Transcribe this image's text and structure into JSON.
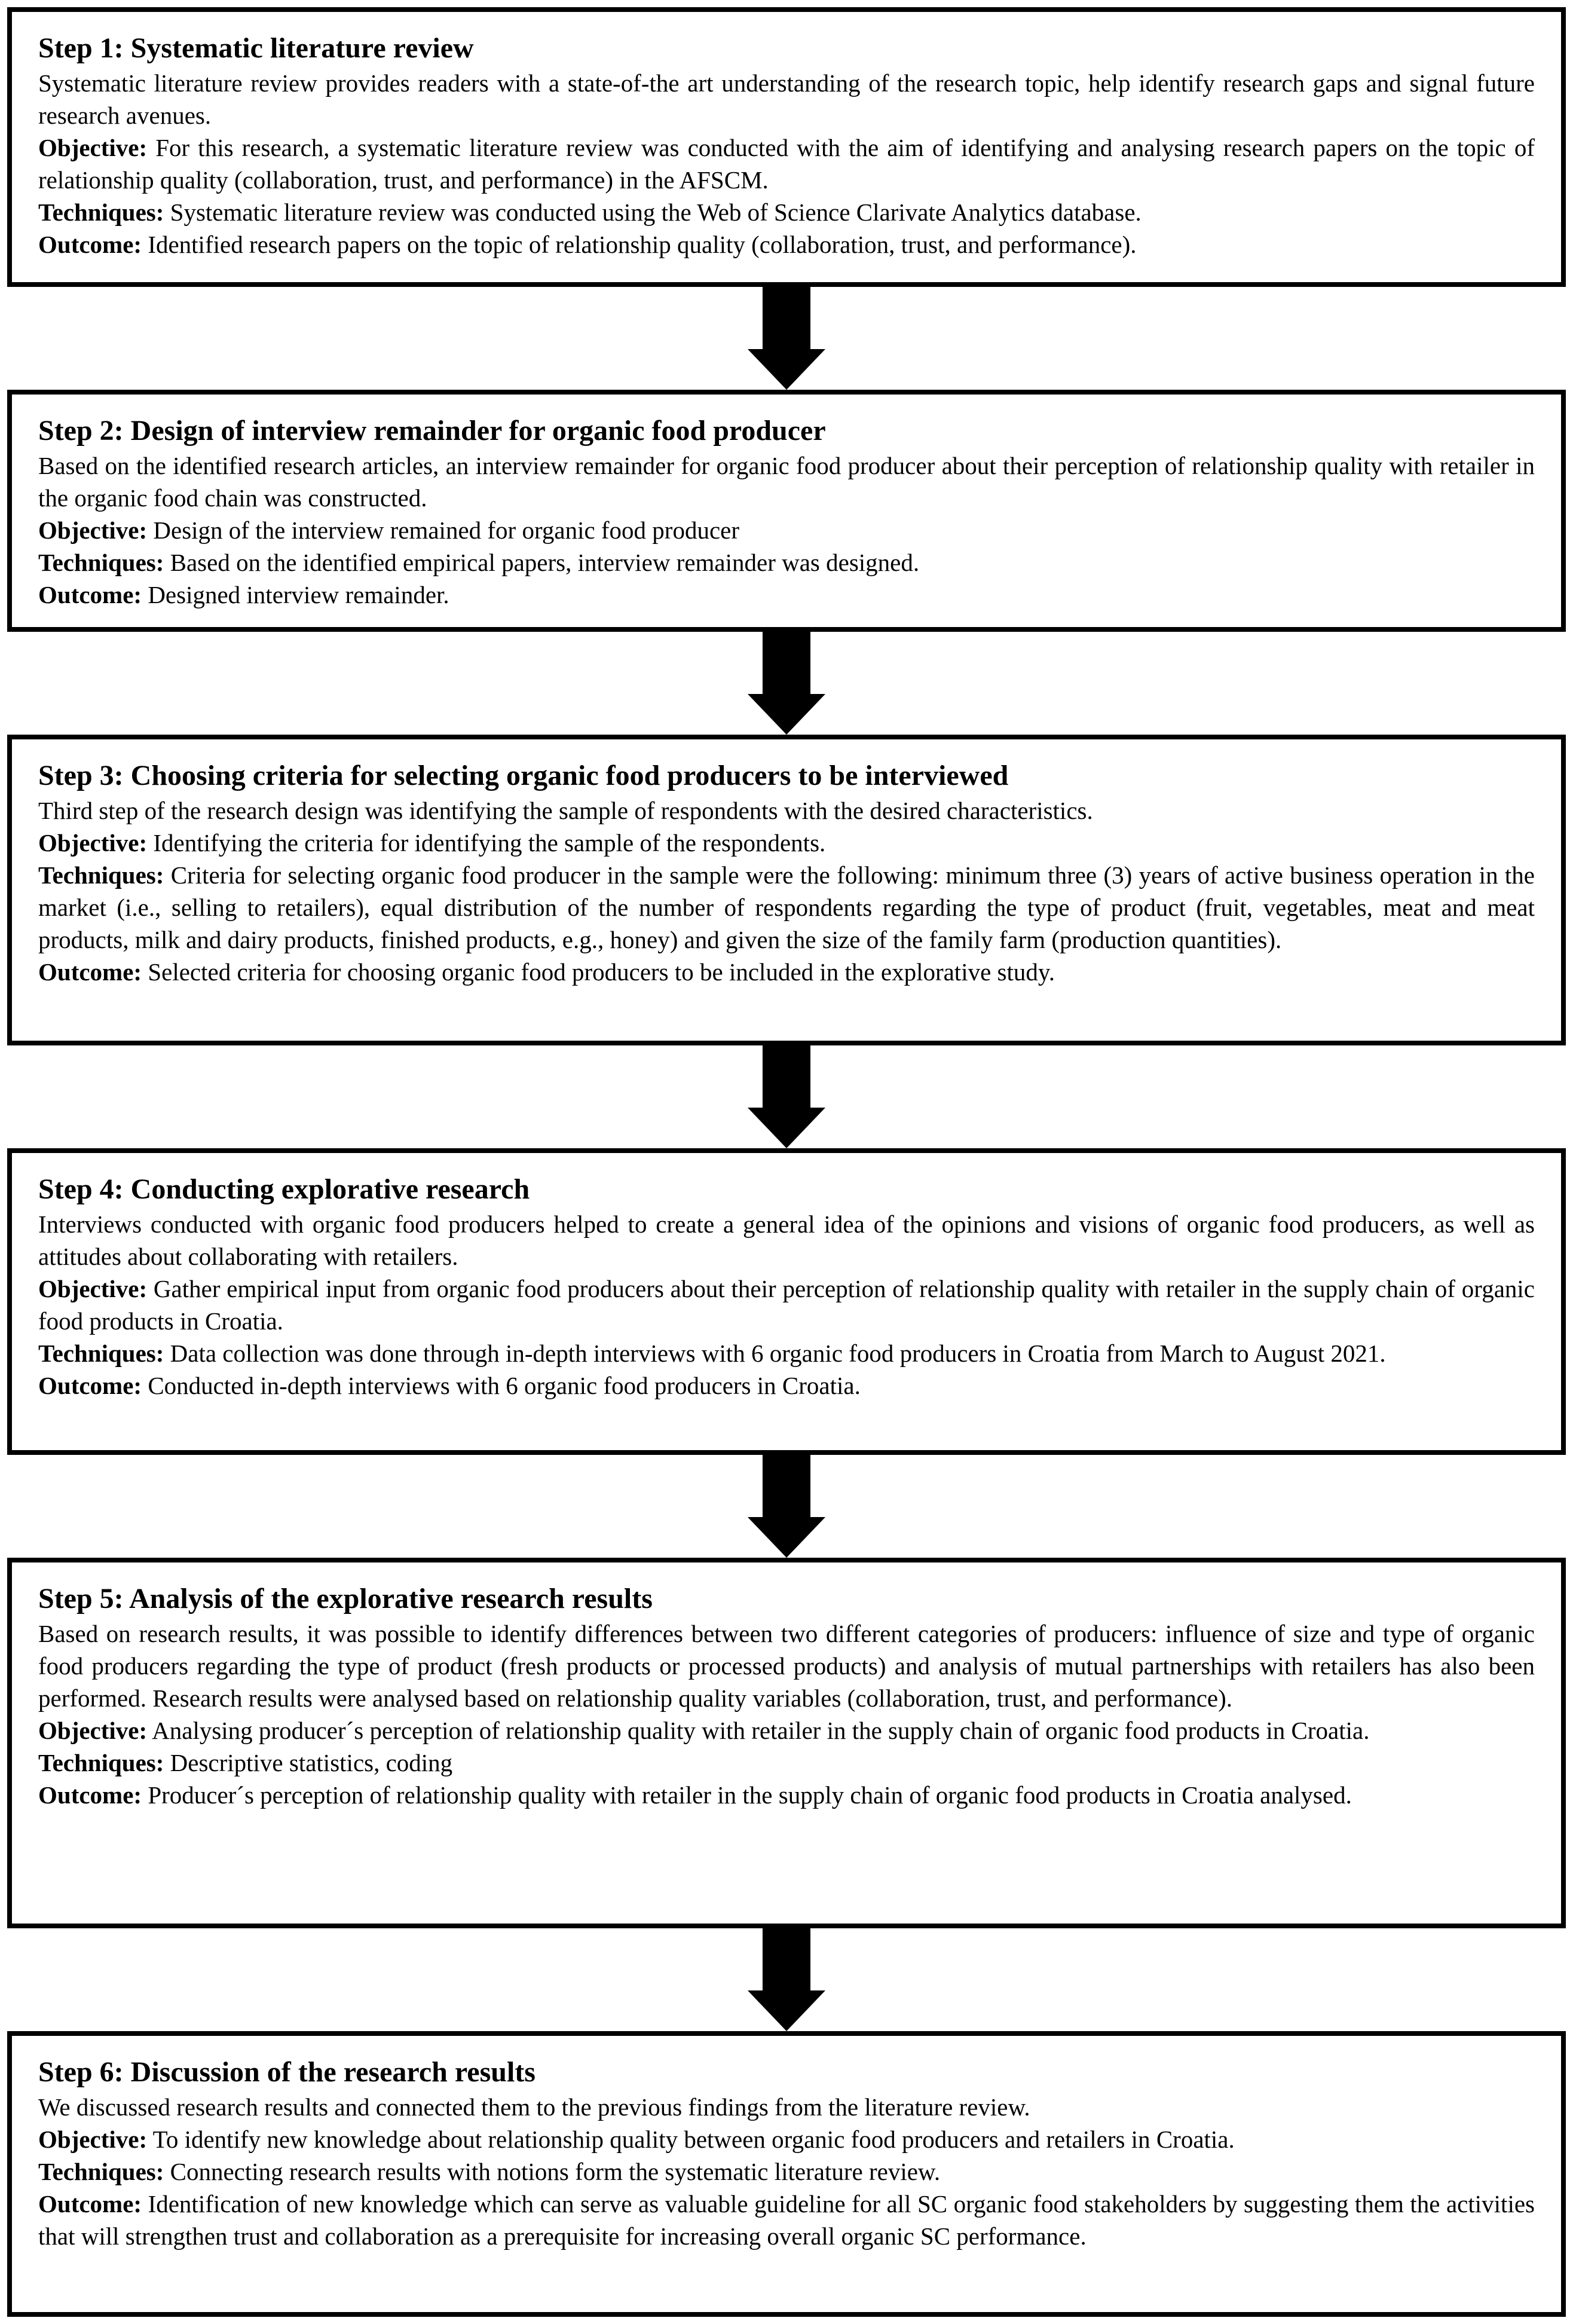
{
  "colors": {
    "background": "#ffffff",
    "border": "#000000",
    "arrow": "#000000",
    "text": "#000000"
  },
  "steps": [
    {
      "title": "Step 1: Systematic literature review",
      "description": "Systematic literature review provides readers with a state-of-the art understanding of the research topic, help identify research gaps and signal future research avenues.",
      "objective_label": "Objective:",
      "objective": "For this research, a systematic literature review was conducted with the aim of identifying and analysing research papers on the topic of relationship quality (collaboration, trust, and performance) in the AFSCM.",
      "techniques_label": "Techniques:",
      "techniques": "Systematic literature review was conducted using the Web of Science Clarivate Analytics database.",
      "outcome_label": "Outcome:",
      "outcome": "Identified research papers on the topic of relationship quality (collaboration, trust, and performance)."
    },
    {
      "title": "Step 2: Design of interview remainder for organic food producer",
      "description": "Based on the identified research articles, an interview remainder for organic food producer about their perception of relationship quality with retailer in the organic food chain was constructed.",
      "objective_label": "Objective:",
      "objective": "Design of the interview remained for organic food producer",
      "techniques_label": "Techniques:",
      "techniques": "Based on the identified empirical papers, interview remainder was designed.",
      "outcome_label": "Outcome:",
      "outcome": "Designed interview remainder."
    },
    {
      "title": "Step 3: Choosing criteria for selecting organic food producers to be interviewed",
      "description": "Third step of the research design was identifying the sample of respondents with the desired characteristics.",
      "objective_label": "Objective:",
      "objective": "Identifying the criteria for identifying the sample of the respondents.",
      "techniques_label": "Techniques:",
      "techniques": "Criteria for selecting organic food producer in the sample were the following: minimum three (3) years of active business operation in the market (i.e., selling to retailers), equal distribution of the number of respondents regarding the type of product (fruit, vegetables, meat and meat products, milk and dairy products, finished products, e.g., honey) and given the size of the family farm (production quantities).",
      "outcome_label": "Outcome:",
      "outcome": "Selected criteria for choosing organic food producers to be included in the explorative study."
    },
    {
      "title": "Step 4: Conducting explorative research",
      "description": "Interviews conducted with organic food producers helped to create a general idea of the opinions and visions of organic food producers, as well as attitudes about collaborating with retailers.",
      "objective_label": "Objective:",
      "objective": "Gather empirical input from organic food producers about their perception of relationship quality with retailer in the supply chain of organic food products in Croatia.",
      "techniques_label": "Techniques:",
      "techniques": "Data collection was done through in-depth interviews with 6 organic food producers in Croatia from March to August 2021.",
      "outcome_label": "Outcome:",
      "outcome": "Conducted in-depth interviews with 6 organic food producers in Croatia."
    },
    {
      "title": "Step 5: Analysis of the explorative research results",
      "description": "Based on research results, it was possible to identify differences between two different categories of producers: influence of size and type of organic food producers regarding the type of product (fresh products or processed products) and analysis of mutual partnerships with retailers has also been performed. Research results were analysed based on relationship quality variables (collaboration, trust, and performance).",
      "objective_label": "Objective:",
      "objective": "Analysing producer´s perception of relationship quality with retailer in the supply chain of organic food products in Croatia.",
      "techniques_label": "Techniques:",
      "techniques": "Descriptive statistics, coding",
      "outcome_label": "Outcome:",
      "outcome": "Producer´s perception of relationship quality with retailer in the supply chain of organic food products in Croatia analysed."
    },
    {
      "title": "Step 6: Discussion of the research results",
      "description": "We discussed research results and connected them to the previous findings from the literature review.",
      "objective_label": "Objective:",
      "objective": "To identify new knowledge about relationship quality between organic food producers and retailers in Croatia.",
      "techniques_label": "Techniques:",
      "techniques": "Connecting research results with notions form the systematic literature review.",
      "outcome_label": "Outcome:",
      "outcome": "Identification of new knowledge which can serve as valuable guideline for all SC organic food stakeholders by suggesting them the activities that will strengthen trust and collaboration as a prerequisite for increasing overall organic SC performance."
    }
  ]
}
